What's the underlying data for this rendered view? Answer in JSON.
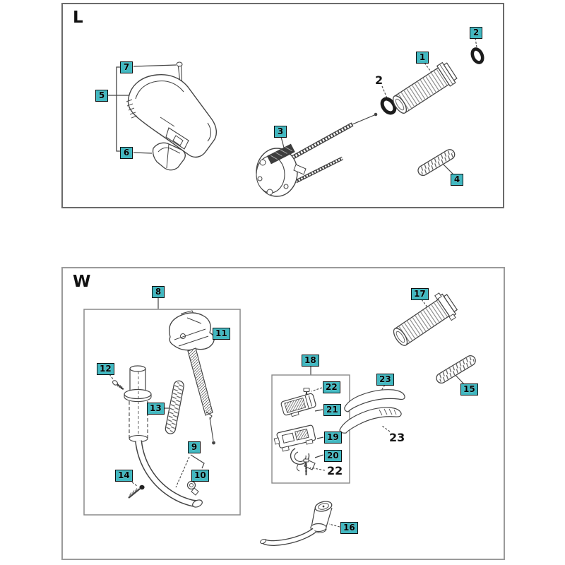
{
  "colors": {
    "callout_bg": "#41b8c1",
    "callout_text": "#000000",
    "panel_border_top": "#6a6a6a",
    "panel_border_bottom": "#9a9a9a",
    "drawing_line": "#444444"
  },
  "panel_l": {
    "title": "L",
    "callouts": [
      {
        "label": "7",
        "highlighted": true
      },
      {
        "label": "5",
        "highlighted": true
      },
      {
        "label": "6",
        "highlighted": true
      },
      {
        "label": "3",
        "highlighted": true
      },
      {
        "label": "2",
        "highlighted": false
      },
      {
        "label": "1",
        "highlighted": true
      },
      {
        "label": "2",
        "highlighted": true
      },
      {
        "label": "4",
        "highlighted": true
      }
    ]
  },
  "panel_w": {
    "title": "W",
    "callouts": [
      {
        "label": "8",
        "highlighted": true
      },
      {
        "label": "11",
        "highlighted": true
      },
      {
        "label": "12",
        "highlighted": true
      },
      {
        "label": "13",
        "highlighted": true
      },
      {
        "label": "9",
        "highlighted": true
      },
      {
        "label": "10",
        "highlighted": true
      },
      {
        "label": "14",
        "highlighted": true
      },
      {
        "label": "17",
        "highlighted": true
      },
      {
        "label": "15",
        "highlighted": true
      },
      {
        "label": "18",
        "highlighted": true
      },
      {
        "label": "22",
        "highlighted": true
      },
      {
        "label": "21",
        "highlighted": true
      },
      {
        "label": "19",
        "highlighted": true
      },
      {
        "label": "20",
        "highlighted": true
      },
      {
        "label": "22",
        "highlighted": false
      },
      {
        "label": "23",
        "highlighted": true
      },
      {
        "label": "23",
        "highlighted": false
      },
      {
        "label": "16",
        "highlighted": true
      }
    ]
  }
}
